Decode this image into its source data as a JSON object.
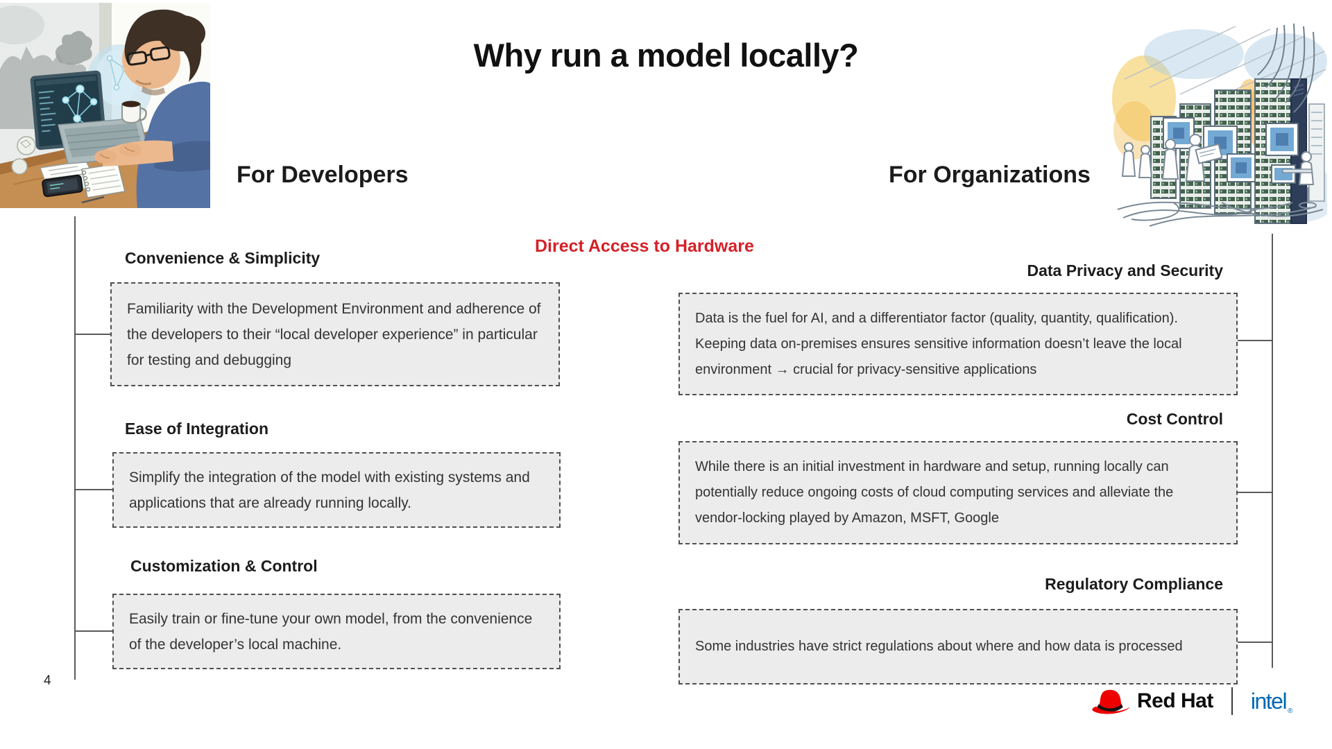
{
  "slide": {
    "title": "Why run a model locally?",
    "page_number": "4",
    "callout": "Direct Access to Hardware",
    "accent_red": "#d42127",
    "note_box_fill": "#ececec",
    "connector_color": "#5a5a5a"
  },
  "developers": {
    "heading": "For Developers",
    "items": [
      {
        "title": "Convenience & Simplicity",
        "body": "Familiarity with the Development Environment and adherence of the developers to their “local developer experience” in particular for testing and debugging"
      },
      {
        "title": "Ease of Integration",
        "body": "Simplify the integration of the model with existing systems and applications that are already running locally."
      },
      {
        "title": "Customization & Control",
        "body": "Easily train or fine-tune your own model, from the convenience of the developer’s local machine."
      }
    ]
  },
  "organizations": {
    "heading": "For Organizations",
    "items": [
      {
        "title": "Data Privacy and Security",
        "body": "Data is the fuel for AI, and a differentiator factor (quality, quantity, qualification). Keeping data on-premises ensures sensitive information doesn’t leave the local environment → crucial for privacy-sensitive applications"
      },
      {
        "title": "Cost Control",
        "body": "While there is an initial investment in hardware and setup, running locally can potentially reduce ongoing costs of cloud computing services and alleviate the vendor-locking played by Amazon, MSFT, Google"
      },
      {
        "title": "Regulatory Compliance",
        "body": "Some industries have strict regulations about where and how data is processed"
      }
    ]
  },
  "footer": {
    "redhat_label": "Red Hat",
    "intel_label": "intel",
    "intel_mark": "®"
  },
  "illustrations": {
    "left": "developer-working-at-laptop",
    "right": "ai-data-center-servers"
  }
}
